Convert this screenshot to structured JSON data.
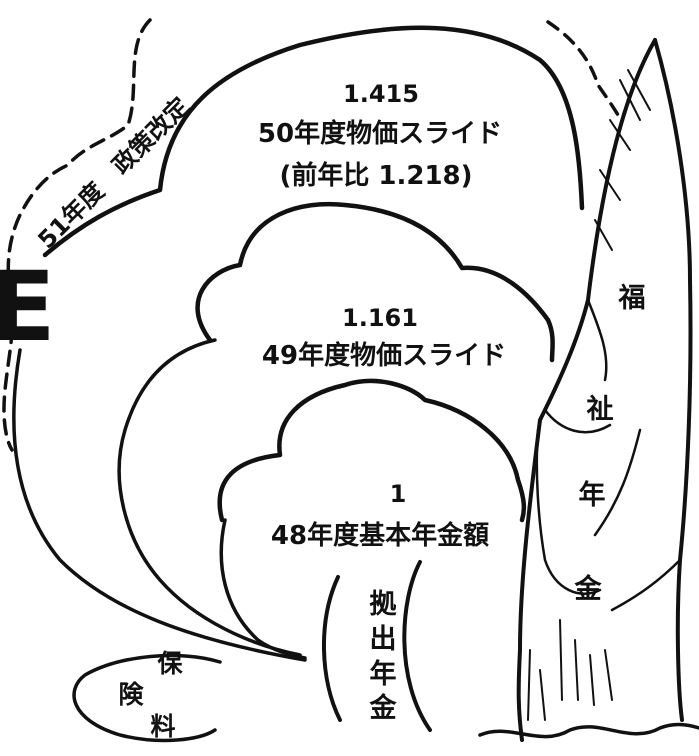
{
  "labels": {
    "e_mark": "E",
    "revision": "51年度　政策改定",
    "level3_value": "1.415",
    "level3_title": "50年度物価スライド",
    "level3_ratio": "(前年比 1.218)",
    "level2_value": "1.161",
    "level2_title": "49年度物価スライド",
    "level1_value": "1",
    "level1_title": "48年度基本年金額",
    "contrib_c1": "拠",
    "contrib_c2": "出",
    "contrib_c3": "年",
    "contrib_c4": "金",
    "insurance_c1": "保",
    "insurance_c2": "険",
    "insurance_c3": "料",
    "welfare_c1": "福",
    "welfare_c2": "祉",
    "welfare_c3": "年",
    "welfare_c4": "金"
  },
  "colors": {
    "ink": "#111111",
    "paper": "#ffffff"
  }
}
